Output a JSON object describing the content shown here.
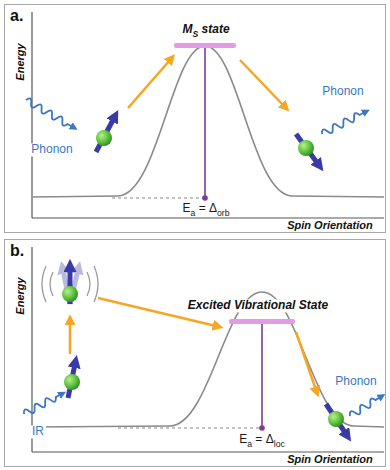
{
  "diagram": {
    "nodes": [
      {
        "text": [
          "a.",
          "Energy",
          "MS state",
          "Phonon",
          "Phonon",
          "Ea = Δorb",
          "Spin Orientation"
        ]
      },
      {
        "text": [
          "b.",
          "Energy",
          "Excited Vibrational State",
          "IR",
          "Phonon",
          "Ea = Δloc",
          "Spin Orientation"
        ]
      }
    ]
  }
}
